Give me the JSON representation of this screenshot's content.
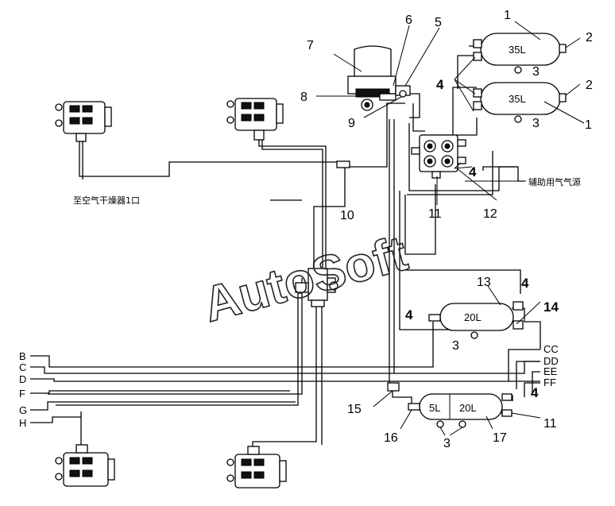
{
  "diagram": {
    "watermark": "AutoSoft",
    "notes": {
      "to_dryer": "至空气干燥器1口",
      "aux_supply": "辅助用气气源"
    },
    "tanks": {
      "t1": "35L",
      "t2": "35L",
      "t3": "20L",
      "t4": "5L",
      "t5": "20L"
    },
    "left_ports": [
      "B",
      "C",
      "D",
      "F",
      "G",
      "H"
    ],
    "right_ports": [
      "CC",
      "DD",
      "EE",
      "FF"
    ],
    "callouts": {
      "n1a": "1",
      "n1b": "1",
      "n2a": "2",
      "n2b": "2",
      "n3a": "3",
      "n3b": "3",
      "n3c": "3",
      "n3d": "3",
      "n4a": "4",
      "n4b": "4",
      "n4c": "4",
      "n4d": "4",
      "n4e": "4",
      "n5": "5",
      "n6": "6",
      "n7": "7",
      "n8": "8",
      "n9": "9",
      "n10": "10",
      "n11a": "11",
      "n11b": "11",
      "n12": "12",
      "n13": "13",
      "n14": "14",
      "n15": "15",
      "n16": "16",
      "n17": "17"
    }
  }
}
